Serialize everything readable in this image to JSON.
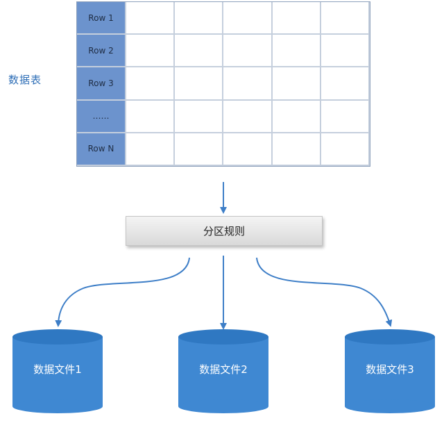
{
  "table": {
    "label": "数据表",
    "rows": [
      "Row 1",
      "Row 2",
      "Row 3",
      "……",
      "Row N"
    ],
    "data_columns": 5
  },
  "rule": {
    "label": "分区规则"
  },
  "files": [
    {
      "label": "数据文件1"
    },
    {
      "label": "数据文件2"
    },
    {
      "label": "数据文件3"
    }
  ],
  "colors": {
    "row_header": "#6c93cd",
    "cylinder": "#3f88d2",
    "arrow": "#3d7ec7",
    "label_text": "#2f6fb7"
  }
}
